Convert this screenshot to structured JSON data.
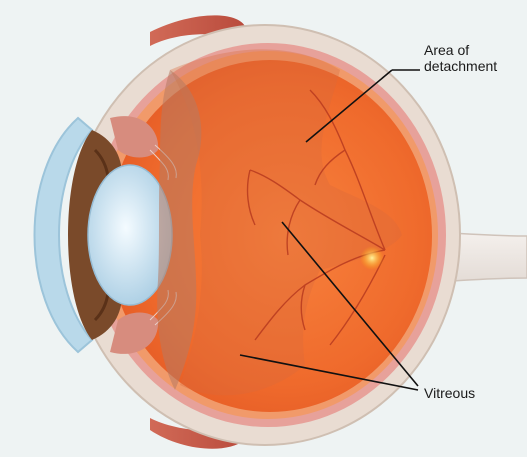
{
  "labels": {
    "detachment_line1": "Area of",
    "detachment_line2": "detachment",
    "vitreous": "Vitreous"
  },
  "colors": {
    "background": "#eef3f3",
    "sclera": "#e9dcd2",
    "choroid": "#e7a19a",
    "vitreous": "#f06b2b",
    "detached_retina": "#e8743e",
    "lens": "#c7e3f1",
    "iris": "#7a4a2a",
    "cornea": "#b9d9ea",
    "optic_nerve": "#f1ebe6",
    "muscle": "#c8584a",
    "macula": "#ffd23a",
    "vessels": "#b83a1f",
    "leader_lines": "#111111"
  }
}
